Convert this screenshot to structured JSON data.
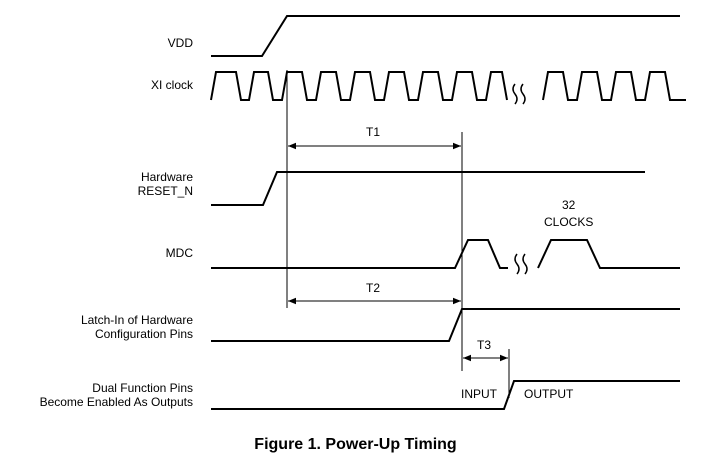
{
  "signals": {
    "vdd": "VDD",
    "xi_clock": "XI clock",
    "reset_line1": "Hardware",
    "reset_line2": "RESET_N",
    "mdc": "MDC",
    "latch_line1": "Latch-In of Hardware",
    "latch_line2": "Configuration Pins",
    "dual_line1": "Dual Function Pins",
    "dual_line2": "Become Enabled As Outputs"
  },
  "timing": {
    "t1": "T1",
    "t2": "T2",
    "t3": "T3"
  },
  "annotations": {
    "clocks_count": "32",
    "clocks_label": "CLOCKS",
    "input": "INPUT",
    "output": "OUTPUT"
  },
  "caption": "Figure 1.  Power-Up Timing"
}
